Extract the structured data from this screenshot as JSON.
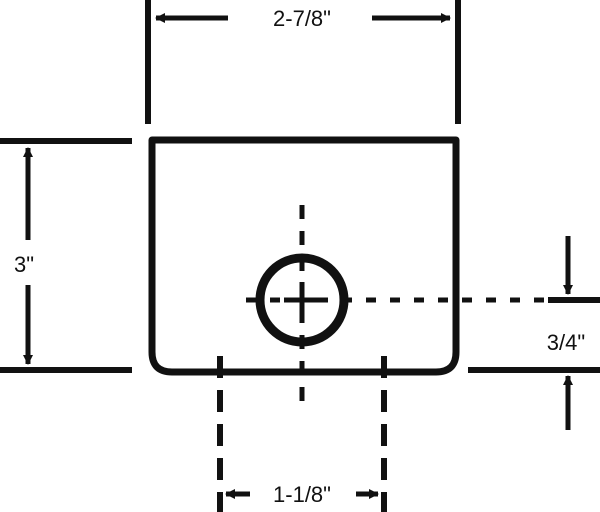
{
  "dimensions": {
    "width_label": "2-7/8\"",
    "height_label": "3\"",
    "hole_offset_bottom_label": "3/4\"",
    "hole_spacing_label": "1-1/8\""
  },
  "colors": {
    "ink": "#111111",
    "background": "#ffffff"
  }
}
